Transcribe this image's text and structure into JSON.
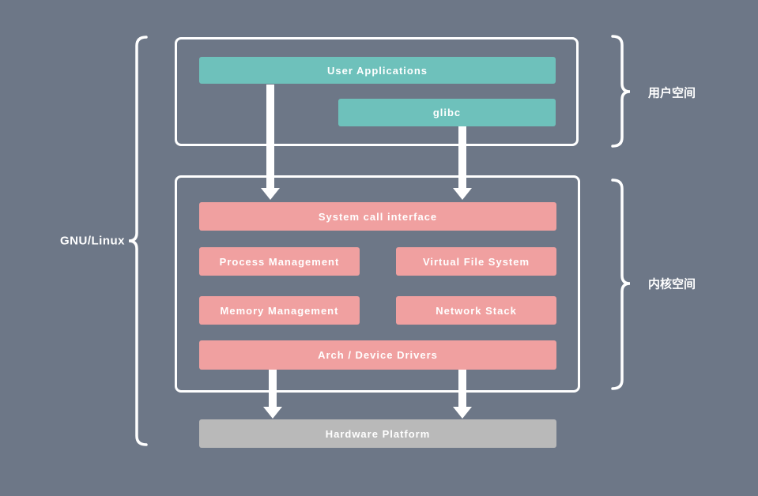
{
  "diagram": {
    "root_label": "GNU/Linux",
    "user_space": {
      "brace_label": "用户空间",
      "boxes": {
        "user_applications": "User Applications",
        "glibc": "glibc"
      }
    },
    "kernel_space": {
      "brace_label": "内核空间",
      "boxes": {
        "system_call_interface": "System call interface",
        "process_management": "Process Management",
        "virtual_file_system": "Virtual File System",
        "memory_management": "Memory Management",
        "network_stack": "Network Stack",
        "arch_device_drivers": "Arch / Device Drivers"
      }
    },
    "hardware": {
      "hardware_platform": "Hardware Platform"
    },
    "colors": {
      "background": "#6d7787",
      "user_space_box": "#6ec1bb",
      "kernel_space_box": "#f0a0a0",
      "hardware_box": "#b9b9b9",
      "outline_and_text": "#ffffff"
    }
  }
}
